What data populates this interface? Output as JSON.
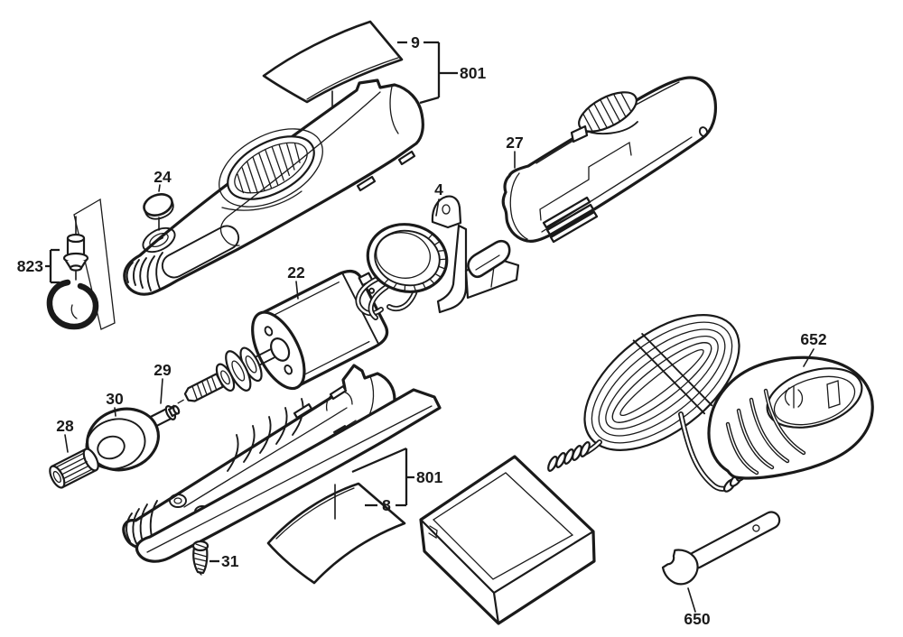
{
  "diagram": {
    "background_color": "#ffffff",
    "line_color": "#1a1a1a",
    "callouts": {
      "c9": "9",
      "c801_top": "801",
      "c24": "24",
      "c823": "823",
      "c22": "22",
      "c4": "4",
      "c27": "27",
      "c29": "29",
      "c30": "30",
      "c28": "28",
      "c31": "31",
      "c8": "8",
      "c801_bottom": "801",
      "c652": "652",
      "c650": "650"
    }
  }
}
